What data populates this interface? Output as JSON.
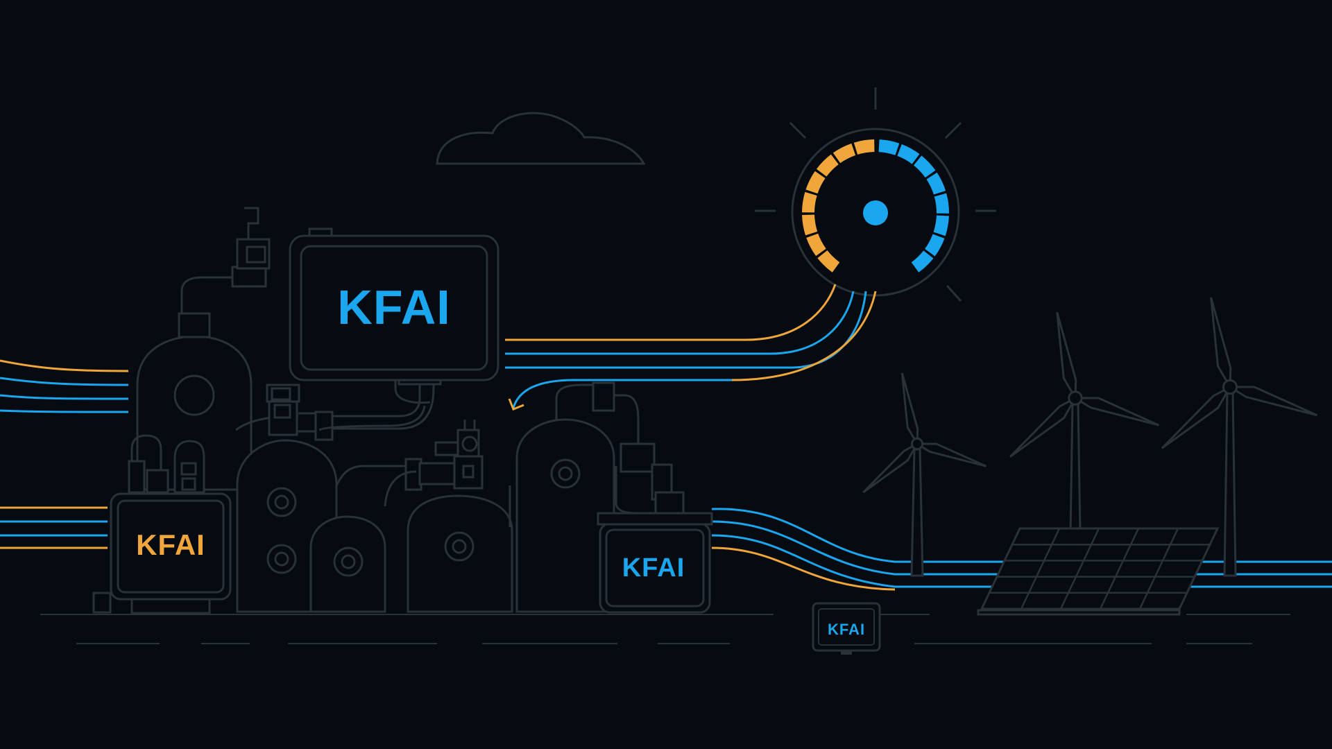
{
  "colors": {
    "background": "#060b12",
    "outline": "#2b3138",
    "accent_blue": "#1aa7f0",
    "accent_orange": "#f0a63a"
  },
  "labels": {
    "main_monitor": "KFAI",
    "left_unit": "KFAI",
    "center_unit": "KFAI",
    "small_monitor": "KFAI"
  },
  "icons": {
    "cloud": "cloud-icon",
    "sun": "sun-gauge-icon",
    "wind_turbine": "wind-turbine-icon",
    "solar_panel": "solar-panel-icon"
  },
  "gauge": {
    "orange_segments": 8,
    "blue_segments": 8
  },
  "turbines": {
    "count": 3
  }
}
